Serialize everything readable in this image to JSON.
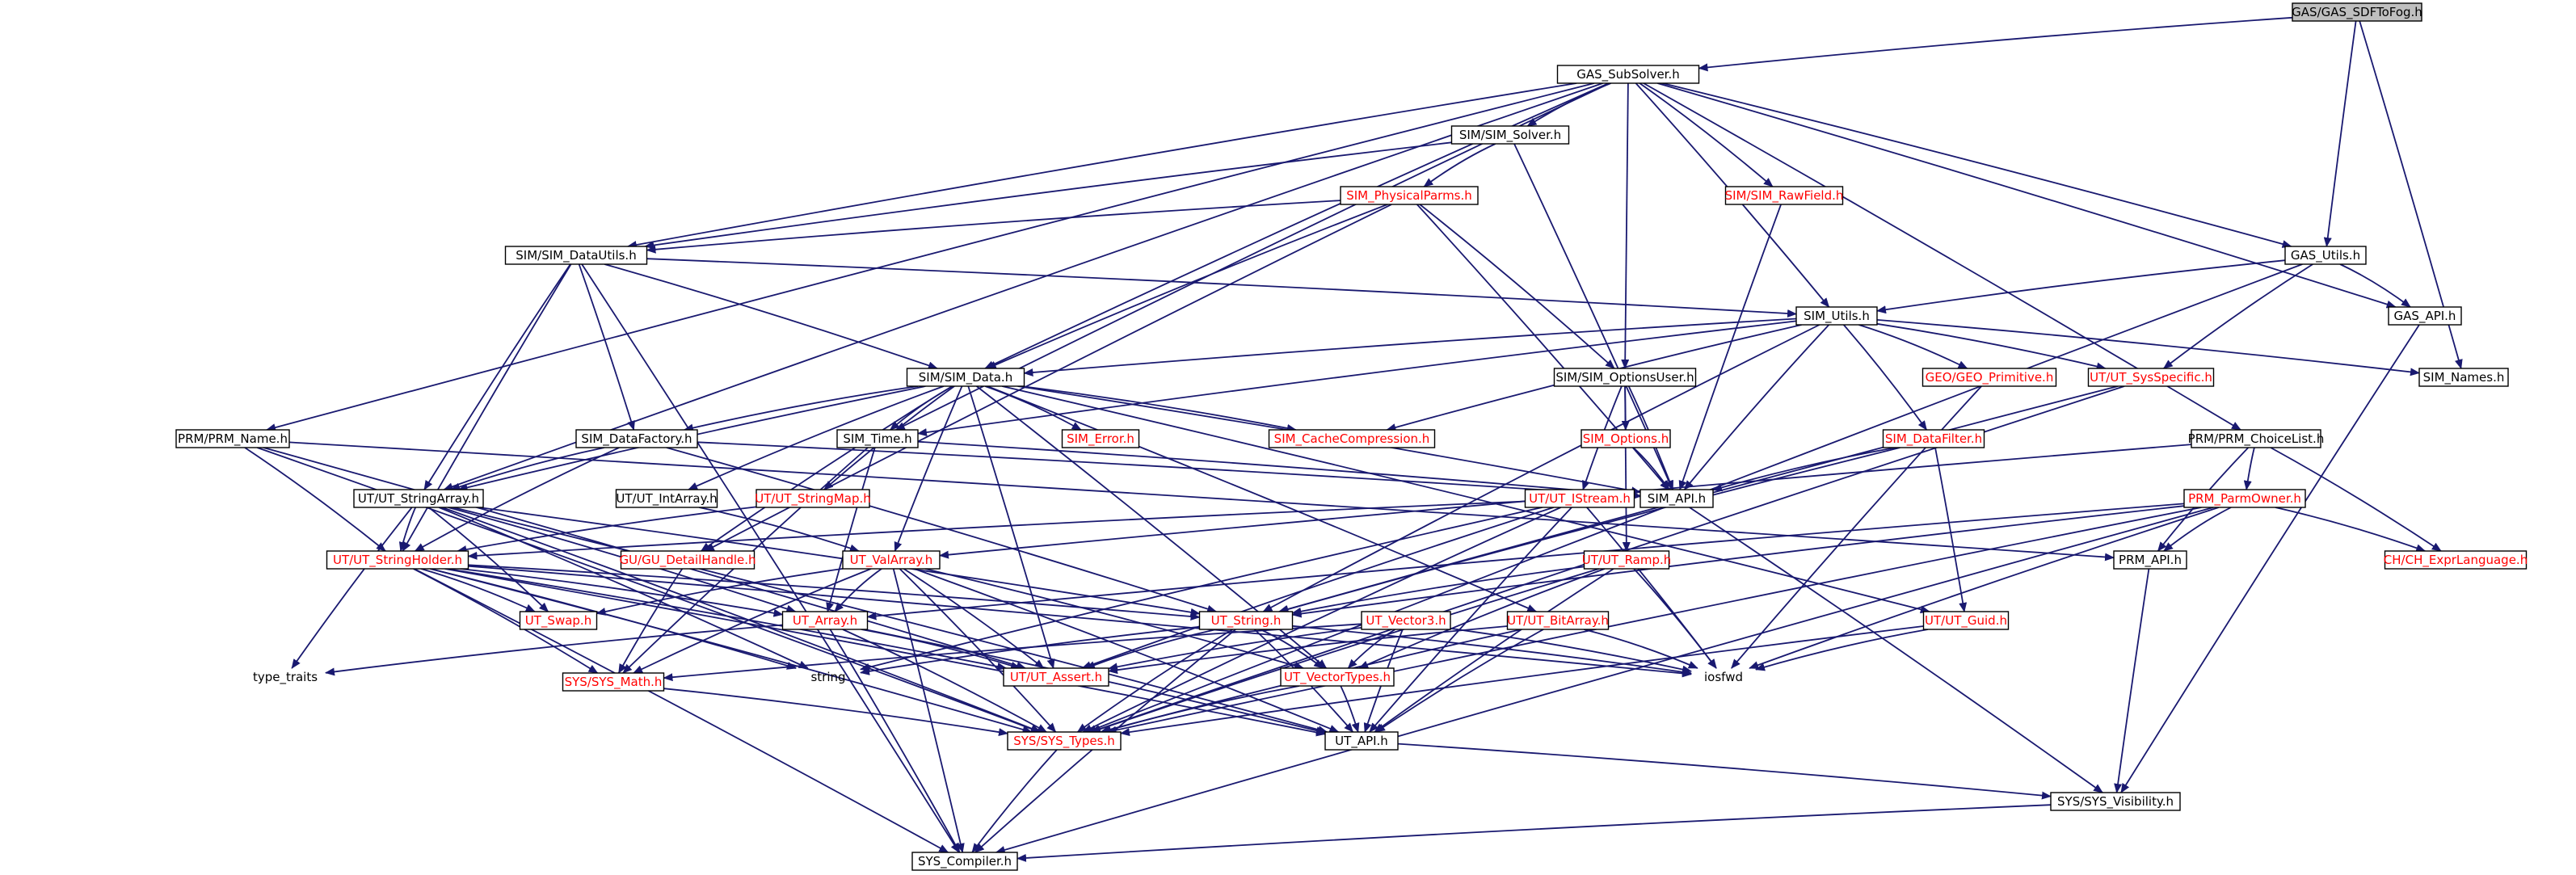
{
  "diagram": {
    "style": {
      "edge_color": "#191970",
      "node_fill": "#ffffff",
      "focus_fill": "#bfbfbf",
      "label_color": "#000000",
      "incomplete_label_color": "#ff0000",
      "incomplete_border_color": "#ff0000"
    },
    "nodes": [
      {
        "id": "GAS_SDFToFog",
        "label": "GAS/GAS_SDFToFog.h",
        "focus": true
      },
      {
        "id": "GAS_SubSolver",
        "label": "GAS_SubSolver.h"
      },
      {
        "id": "SIM_Solver",
        "label": "SIM/SIM_Solver.h"
      },
      {
        "id": "SIM_RawField",
        "label": "SIM/SIM_RawField.h",
        "incomplete": true
      },
      {
        "id": "SIM_PhysicalParms",
        "label": "SIM_PhysicalParms.h",
        "incomplete": true
      },
      {
        "id": "SIM_DataUtils",
        "label": "SIM/SIM_DataUtils.h"
      },
      {
        "id": "GAS_Utils",
        "label": "GAS_Utils.h"
      },
      {
        "id": "GAS_API",
        "label": "GAS_API.h"
      },
      {
        "id": "SIM_Utils",
        "label": "SIM_Utils.h"
      },
      {
        "id": "SIM_Data",
        "label": "SIM/SIM_Data.h"
      },
      {
        "id": "SIM_OptionsUser",
        "label": "SIM/SIM_OptionsUser.h"
      },
      {
        "id": "GEO_Primitive",
        "label": "GEO/GEO_Primitive.h",
        "incomplete": true
      },
      {
        "id": "UT_SysSpecific",
        "label": "UT/UT_SysSpecific.h",
        "incomplete": true
      },
      {
        "id": "SIM_Names",
        "label": "SIM_Names.h"
      },
      {
        "id": "PRM_Name",
        "label": "PRM/PRM_Name.h"
      },
      {
        "id": "SIM_DataFactory",
        "label": "SIM_DataFactory.h"
      },
      {
        "id": "SIM_Time",
        "label": "SIM_Time.h"
      },
      {
        "id": "SIM_Error",
        "label": "SIM_Error.h",
        "incomplete": true
      },
      {
        "id": "SIM_CacheCompression",
        "label": "SIM_CacheCompression.h",
        "incomplete": true
      },
      {
        "id": "SIM_Options",
        "label": "SIM_Options.h",
        "incomplete": true
      },
      {
        "id": "SIM_DataFilter",
        "label": "SIM_DataFilter.h",
        "incomplete": true
      },
      {
        "id": "PRM_ChoiceList",
        "label": "PRM/PRM_ChoiceList.h"
      },
      {
        "id": "UT_StringArray",
        "label": "UT/UT_StringArray.h"
      },
      {
        "id": "UT_IntArray",
        "label": "UT/UT_IntArray.h"
      },
      {
        "id": "UT_StringMap",
        "label": "UT/UT_StringMap.h",
        "incomplete": true
      },
      {
        "id": "SIM_API",
        "label": "SIM_API.h"
      },
      {
        "id": "UT_IStream",
        "label": "UT/UT_IStream.h",
        "incomplete": true
      },
      {
        "id": "PRM_ParmOwner",
        "label": "PRM_ParmOwner.h",
        "incomplete": true
      },
      {
        "id": "UT_StringHolder",
        "label": "UT/UT_StringHolder.h",
        "incomplete": true
      },
      {
        "id": "GU_DetailHandle",
        "label": "GU/GU_DetailHandle.h",
        "incomplete": true
      },
      {
        "id": "UT_ValArray",
        "label": "UT_ValArray.h",
        "incomplete": true
      },
      {
        "id": "UT_Ramp",
        "label": "UT/UT_Ramp.h",
        "incomplete": true
      },
      {
        "id": "PRM_API",
        "label": "PRM_API.h"
      },
      {
        "id": "CH_ExprLanguage",
        "label": "CH/CH_ExprLanguage.h",
        "incomplete": true
      },
      {
        "id": "UT_Swap",
        "label": "UT_Swap.h",
        "incomplete": true
      },
      {
        "id": "UT_Array",
        "label": "UT_Array.h",
        "incomplete": true
      },
      {
        "id": "UT_String",
        "label": "UT_String.h",
        "incomplete": true
      },
      {
        "id": "UT_Vector3",
        "label": "UT_Vector3.h",
        "incomplete": true
      },
      {
        "id": "UT_BitArray",
        "label": "UT/UT_BitArray.h",
        "incomplete": true
      },
      {
        "id": "UT_Guid",
        "label": "UT/UT_Guid.h",
        "incomplete": true
      },
      {
        "id": "type_traits",
        "label": "type_traits",
        "plain": true
      },
      {
        "id": "string",
        "label": "string",
        "plain": true
      },
      {
        "id": "UT_Assert",
        "label": "UT/UT_Assert.h",
        "incomplete": true
      },
      {
        "id": "UT_VectorTypes",
        "label": "UT_VectorTypes.h",
        "incomplete": true
      },
      {
        "id": "iosfwd",
        "label": "iosfwd",
        "plain": true
      },
      {
        "id": "SYS_Math",
        "label": "SYS/SYS_Math.h",
        "incomplete": true
      },
      {
        "id": "SYS_Types",
        "label": "SYS/SYS_Types.h",
        "incomplete": true
      },
      {
        "id": "UT_API",
        "label": "UT_API.h"
      },
      {
        "id": "SYS_Visibility",
        "label": "SYS/SYS_Visibility.h"
      },
      {
        "id": "SYS_Compiler",
        "label": "SYS_Compiler.h"
      }
    ],
    "edges": [
      [
        "GAS_SDFToFog",
        "GAS_SubSolver"
      ],
      [
        "GAS_SDFToFog",
        "GAS_Utils"
      ],
      [
        "GAS_SDFToFog",
        "SIM_Names"
      ],
      [
        "GAS_SubSolver",
        "SIM_Solver"
      ],
      [
        "GAS_SubSolver",
        "SIM_RawField"
      ],
      [
        "GAS_SubSolver",
        "SIM_DataUtils"
      ],
      [
        "GAS_SubSolver",
        "GAS_Utils"
      ],
      [
        "GAS_SubSolver",
        "GAS_API"
      ],
      [
        "GAS_SubSolver",
        "SIM_Utils"
      ],
      [
        "GAS_SubSolver",
        "SIM_OptionsUser"
      ],
      [
        "GAS_SubSolver",
        "SIM_Data"
      ],
      [
        "GAS_SubSolver",
        "PRM_Name"
      ],
      [
        "GAS_SubSolver",
        "PRM_ChoiceList"
      ],
      [
        "GAS_SubSolver",
        "SIM_Time"
      ],
      [
        "GAS_SubSolver",
        "UT_StringArray"
      ],
      [
        "SIM_Solver",
        "SIM_PhysicalParms"
      ],
      [
        "SIM_Solver",
        "SIM_DataUtils"
      ],
      [
        "SIM_Solver",
        "SIM_API"
      ],
      [
        "SIM_RawField",
        "SIM_API"
      ],
      [
        "SIM_PhysicalParms",
        "SIM_DataUtils"
      ],
      [
        "SIM_PhysicalParms",
        "SIM_Data"
      ],
      [
        "SIM_PhysicalParms",
        "SIM_OptionsUser"
      ],
      [
        "SIM_PhysicalParms",
        "SIM_API"
      ],
      [
        "SIM_PhysicalParms",
        "GU_DetailHandle"
      ],
      [
        "SIM_DataUtils",
        "SIM_Utils"
      ],
      [
        "SIM_DataUtils",
        "SIM_Data"
      ],
      [
        "SIM_DataUtils",
        "SIM_DataFactory"
      ],
      [
        "SIM_DataUtils",
        "UT_StringArray"
      ],
      [
        "SIM_DataUtils",
        "UT_StringHolder"
      ],
      [
        "SIM_DataUtils",
        "SYS_Compiler"
      ],
      [
        "GAS_Utils",
        "GAS_API"
      ],
      [
        "GAS_Utils",
        "SIM_Utils"
      ],
      [
        "GAS_Utils",
        "UT_SysSpecific"
      ],
      [
        "GAS_Utils",
        "SYS_Types"
      ],
      [
        "GAS_API",
        "SYS_Visibility"
      ],
      [
        "SIM_Utils",
        "SIM_Data"
      ],
      [
        "SIM_Utils",
        "SIM_Names"
      ],
      [
        "SIM_Utils",
        "GEO_Primitive"
      ],
      [
        "SIM_Utils",
        "UT_SysSpecific"
      ],
      [
        "SIM_Utils",
        "SIM_DataFilter"
      ],
      [
        "SIM_Utils",
        "SIM_API"
      ],
      [
        "SIM_Utils",
        "SIM_CacheCompression"
      ],
      [
        "SIM_Utils",
        "SIM_Time"
      ],
      [
        "SIM_Utils",
        "UT_String"
      ],
      [
        "SIM_Data",
        "SIM_DataFactory"
      ],
      [
        "SIM_Data",
        "SIM_Time"
      ],
      [
        "SIM_Data",
        "SIM_Error"
      ],
      [
        "SIM_Data",
        "SIM_CacheCompression"
      ],
      [
        "SIM_Data",
        "SIM_API"
      ],
      [
        "SIM_Data",
        "UT_StringArray"
      ],
      [
        "SIM_Data",
        "UT_IntArray"
      ],
      [
        "SIM_Data",
        "UT_StringMap"
      ],
      [
        "SIM_Data",
        "GU_DetailHandle"
      ],
      [
        "SIM_Data",
        "UT_ValArray"
      ],
      [
        "SIM_Data",
        "UT_BitArray"
      ],
      [
        "SIM_Data",
        "UT_VectorTypes"
      ],
      [
        "SIM_Data",
        "UT_Guid"
      ],
      [
        "SIM_Data",
        "UT_Assert"
      ],
      [
        "SIM_OptionsUser",
        "SIM_Options"
      ],
      [
        "SIM_OptionsUser",
        "SIM_API"
      ],
      [
        "SIM_OptionsUser",
        "UT_IStream"
      ],
      [
        "SIM_OptionsUser",
        "UT_Ramp"
      ],
      [
        "GEO_Primitive",
        "iosfwd"
      ],
      [
        "UT_SysSpecific",
        "UT_String"
      ],
      [
        "UT_SysSpecific",
        "SYS_Types"
      ],
      [
        "PRM_Name",
        "UT_StringHolder"
      ],
      [
        "PRM_Name",
        "PRM_API"
      ],
      [
        "PRM_Name",
        "UT_Assert"
      ],
      [
        "PRM_Name",
        "SYS_Types"
      ],
      [
        "SIM_DataFactory",
        "UT_StringArray"
      ],
      [
        "SIM_DataFactory",
        "UT_StringHolder"
      ],
      [
        "SIM_DataFactory",
        "SIM_API"
      ],
      [
        "SIM_DataFactory",
        "UT_String"
      ],
      [
        "SIM_Time",
        "SIM_API"
      ],
      [
        "SIM_Time",
        "UT_Array"
      ],
      [
        "SIM_Time",
        "SYS_Math"
      ],
      [
        "SIM_Options",
        "SIM_API"
      ],
      [
        "SIM_DataFilter",
        "SIM_API"
      ],
      [
        "SIM_DataFilter",
        "UT_Guid"
      ],
      [
        "SIM_DataFilter",
        "UT_String"
      ],
      [
        "PRM_ChoiceList",
        "PRM_ParmOwner"
      ],
      [
        "PRM_ChoiceList",
        "PRM_API"
      ],
      [
        "PRM_ChoiceList",
        "CH_ExprLanguage"
      ],
      [
        "PRM_ChoiceList",
        "UT_ValArray"
      ],
      [
        "UT_StringArray",
        "UT_StringHolder"
      ],
      [
        "UT_StringArray",
        "UT_Swap"
      ],
      [
        "UT_StringArray",
        "UT_Array"
      ],
      [
        "UT_StringArray",
        "UT_String"
      ],
      [
        "UT_StringArray",
        "type_traits"
      ],
      [
        "UT_StringArray",
        "string"
      ],
      [
        "UT_StringArray",
        "SYS_Types"
      ],
      [
        "UT_StringArray",
        "UT_API"
      ],
      [
        "UT_IntArray",
        "UT_ValArray"
      ],
      [
        "UT_StringMap",
        "UT_StringHolder"
      ],
      [
        "SIM_API",
        "SYS_Visibility"
      ],
      [
        "UT_IStream",
        "UT_StringHolder"
      ],
      [
        "UT_IStream",
        "UT_Assert"
      ],
      [
        "UT_IStream",
        "iosfwd"
      ],
      [
        "UT_IStream",
        "string"
      ],
      [
        "UT_IStream",
        "UT_API"
      ],
      [
        "UT_IStream",
        "SYS_Types"
      ],
      [
        "PRM_ParmOwner",
        "PRM_API"
      ],
      [
        "PRM_ParmOwner",
        "CH_ExprLanguage"
      ],
      [
        "PRM_ParmOwner",
        "UT_String"
      ],
      [
        "PRM_ParmOwner",
        "UT_Array"
      ],
      [
        "PRM_ParmOwner",
        "iosfwd"
      ],
      [
        "PRM_ParmOwner",
        "SYS_Types"
      ],
      [
        "PRM_ParmOwner",
        "SYS_Compiler"
      ],
      [
        "UT_StringHolder",
        "UT_Swap"
      ],
      [
        "UT_StringHolder",
        "UT_Array"
      ],
      [
        "UT_StringHolder",
        "UT_String"
      ],
      [
        "UT_StringHolder",
        "UT_Assert"
      ],
      [
        "UT_StringHolder",
        "SYS_Math"
      ],
      [
        "UT_StringHolder",
        "string"
      ],
      [
        "UT_StringHolder",
        "iosfwd"
      ],
      [
        "UT_StringHolder",
        "SYS_Types"
      ],
      [
        "UT_StringHolder",
        "UT_API"
      ],
      [
        "UT_StringHolder",
        "SYS_Compiler"
      ],
      [
        "GU_DetailHandle",
        "SYS_Math"
      ],
      [
        "UT_ValArray",
        "UT_Array"
      ],
      [
        "UT_ValArray",
        "UT_Swap"
      ],
      [
        "UT_ValArray",
        "UT_Assert"
      ],
      [
        "UT_ValArray",
        "UT_VectorTypes"
      ],
      [
        "UT_ValArray",
        "SYS_Math"
      ],
      [
        "UT_ValArray",
        "SYS_Types"
      ],
      [
        "UT_ValArray",
        "UT_API"
      ],
      [
        "UT_ValArray",
        "SYS_Compiler"
      ],
      [
        "UT_Ramp",
        "UT_String"
      ],
      [
        "UT_Ramp",
        "UT_VectorTypes"
      ],
      [
        "UT_Ramp",
        "iosfwd"
      ],
      [
        "UT_Ramp",
        "SYS_Types"
      ],
      [
        "UT_Ramp",
        "UT_API"
      ],
      [
        "PRM_API",
        "SYS_Visibility"
      ],
      [
        "UT_Array",
        "type_traits"
      ],
      [
        "UT_Array",
        "UT_Assert"
      ],
      [
        "UT_Array",
        "SYS_Types"
      ],
      [
        "UT_Array",
        "UT_API"
      ],
      [
        "UT_Array",
        "SYS_Compiler"
      ],
      [
        "UT_String",
        "UT_Assert"
      ],
      [
        "UT_String",
        "UT_VectorTypes"
      ],
      [
        "UT_String",
        "iosfwd"
      ],
      [
        "UT_String",
        "string"
      ],
      [
        "UT_String",
        "SYS_Types"
      ],
      [
        "UT_String",
        "UT_API"
      ],
      [
        "UT_String",
        "SYS_Compiler"
      ],
      [
        "UT_Vector3",
        "UT_Assert"
      ],
      [
        "UT_Vector3",
        "UT_VectorTypes"
      ],
      [
        "UT_Vector3",
        "SYS_Math"
      ],
      [
        "UT_Vector3",
        "iosfwd"
      ],
      [
        "UT_Vector3",
        "UT_API"
      ],
      [
        "UT_BitArray",
        "UT_Assert"
      ],
      [
        "UT_BitArray",
        "iosfwd"
      ],
      [
        "UT_BitArray",
        "SYS_Types"
      ],
      [
        "UT_BitArray",
        "UT_API"
      ],
      [
        "UT_Guid",
        "iosfwd"
      ],
      [
        "UT_Guid",
        "SYS_Types"
      ],
      [
        "UT_VectorTypes",
        "SYS_Types"
      ],
      [
        "UT_VectorTypes",
        "UT_API"
      ],
      [
        "SYS_Math",
        "SYS_Types"
      ],
      [
        "SYS_Types",
        "SYS_Compiler"
      ],
      [
        "UT_API",
        "SYS_Visibility"
      ],
      [
        "SYS_Visibility",
        "SYS_Compiler"
      ]
    ]
  }
}
